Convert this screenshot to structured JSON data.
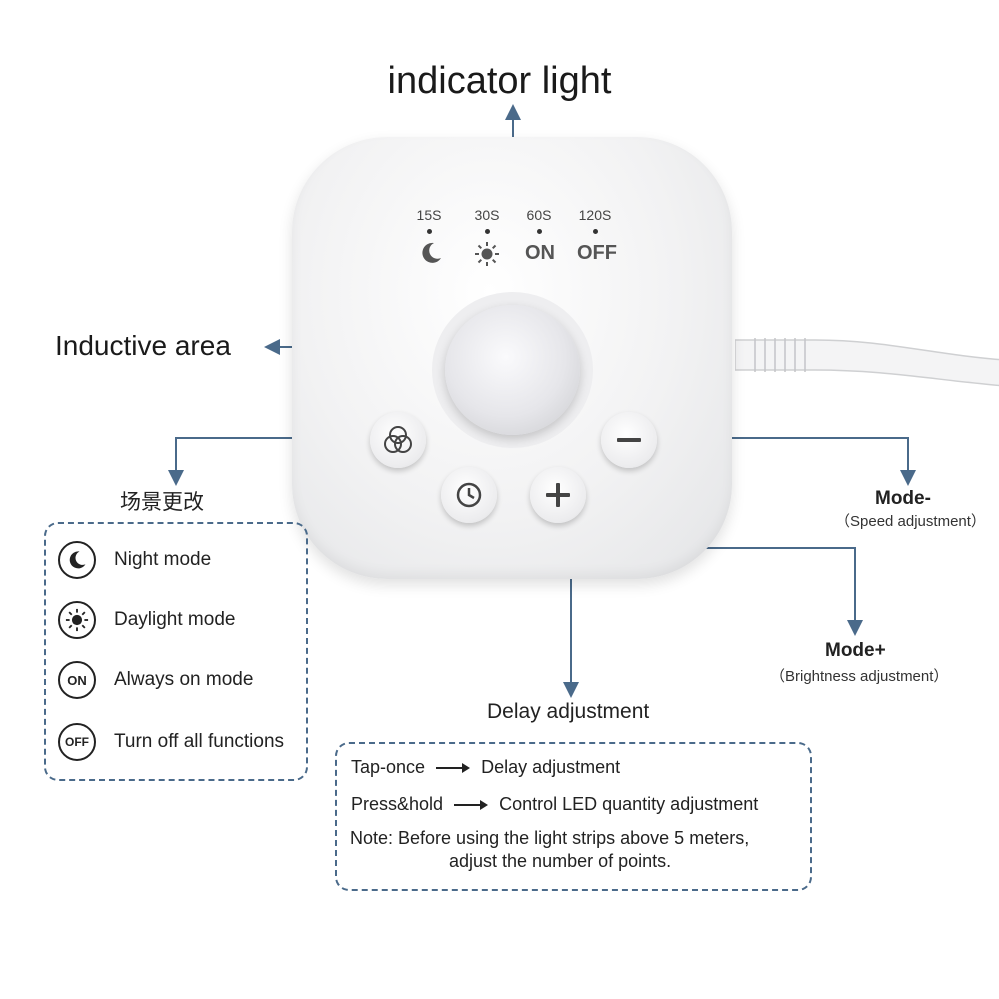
{
  "labels": {
    "indicator_light": "indicator light",
    "inductive_area": "Inductive area",
    "scene_change": "场景更改",
    "mode_minus": "Mode-",
    "mode_minus_sub": "（Speed adjustment）",
    "mode_plus": "Mode+",
    "mode_plus_sub": "（Brightness adjustment）",
    "delay_adjustment": "Delay adjustment"
  },
  "device": {
    "timers": [
      "15S",
      "30S",
      "60S",
      "120S"
    ],
    "mode_icons": [
      "moon-icon",
      "sun-icon"
    ],
    "on_text": "ON",
    "off_text": "OFF",
    "buttons": [
      "scene-button",
      "mode-minus-button",
      "delay-button",
      "mode-plus-button"
    ]
  },
  "legend": {
    "items": [
      {
        "icon": "moon-icon",
        "text": "Night mode"
      },
      {
        "icon": "sun-icon",
        "text": "Daylight mode"
      },
      {
        "icon": "on-icon",
        "icon_text": "ON",
        "text": "Always on mode"
      },
      {
        "icon": "off-icon",
        "icon_text": "OFF",
        "text": "Turn off all functions"
      }
    ]
  },
  "note": {
    "tap_label": "Tap-once",
    "tap_result": "Delay adjustment",
    "press_label": "Press&hold",
    "press_result": "Control LED quantity adjustment",
    "note_line1": "Note: Before using the light strips above 5 meters,",
    "note_line2": "adjust the number of points."
  },
  "colors": {
    "callout_line": "#4a6a8a",
    "dashed_border": "#4a6a8a",
    "device_body": "#f2f2f3"
  }
}
